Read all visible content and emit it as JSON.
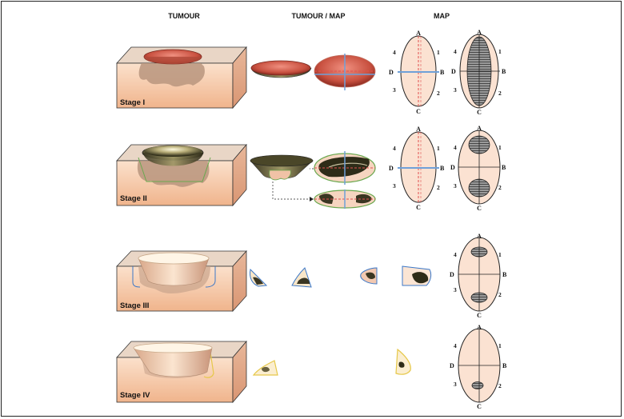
{
  "headers": {
    "tumour": "TUMOUR",
    "tumour_map": "TUMOUR / MAP",
    "map": "MAP"
  },
  "stages": [
    {
      "label": "Stage I"
    },
    {
      "label": "Stage II"
    },
    {
      "label": "Stage III"
    },
    {
      "label": "Stage IV"
    }
  ],
  "map_labels": {
    "a": "A",
    "b": "B",
    "c": "C",
    "d": "D",
    "q1": "1",
    "q2": "2",
    "q3": "3",
    "q4": "4"
  },
  "colors": {
    "skin": "#f6cbad",
    "tumour_red": "#c8503f",
    "tumour_dark": "#3a3a22",
    "outline_green": "#6aa84f",
    "outline_blue": "#3c78c8",
    "outline_yellow": "#e6c84a",
    "axis_red": "#e05050",
    "axis_blue": "#6fa0d8"
  }
}
